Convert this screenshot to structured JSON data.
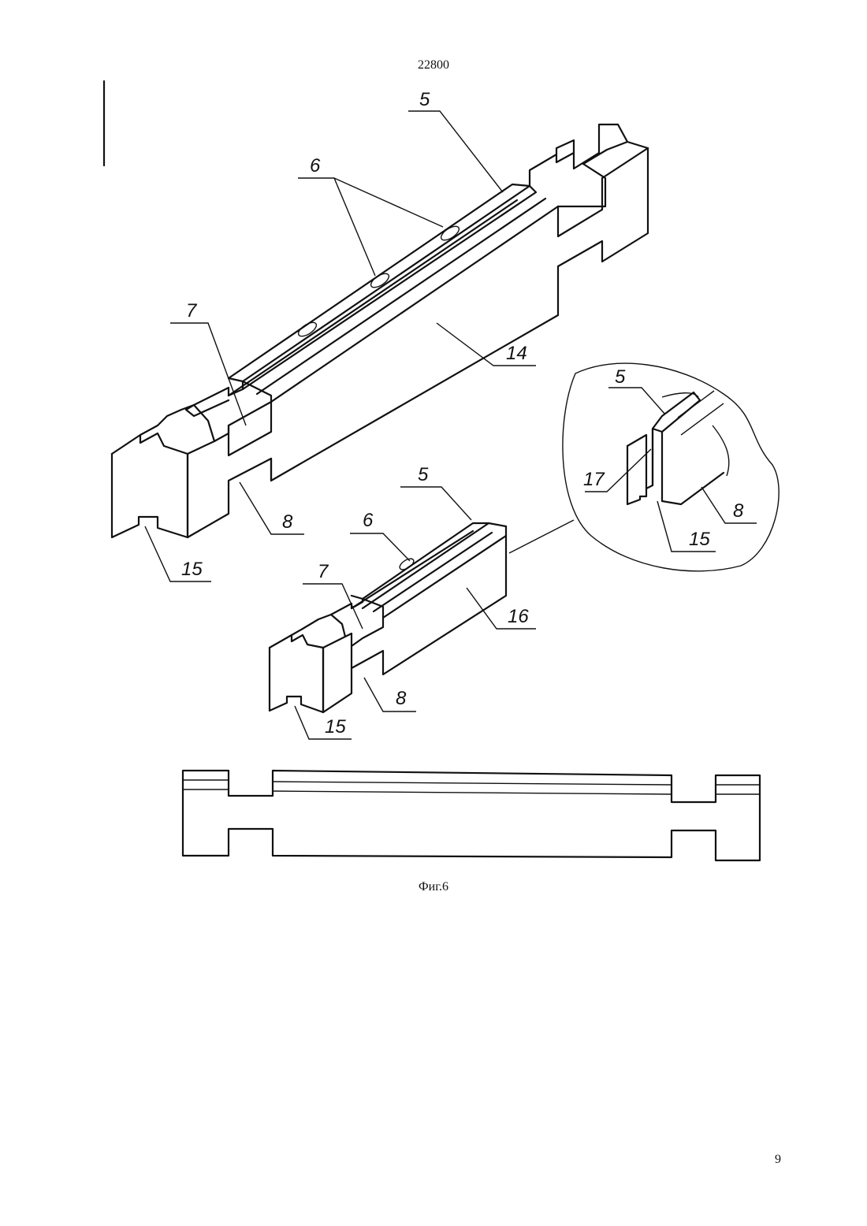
{
  "header": {
    "doc_number": "22800"
  },
  "figure": {
    "caption": "Фиг.6"
  },
  "footer": {
    "page_number": "9"
  },
  "labels": {
    "top_5": "5",
    "top_6": "6",
    "top_7": "7",
    "top_14": "14",
    "top_8": "8",
    "top_15": "15",
    "mid_5": "5",
    "mid_6": "6",
    "mid_7": "7",
    "mid_16": "16",
    "mid_8": "8",
    "mid_15": "15",
    "det_5": "5",
    "det_17": "17",
    "det_8": "8",
    "det_15": "15"
  }
}
